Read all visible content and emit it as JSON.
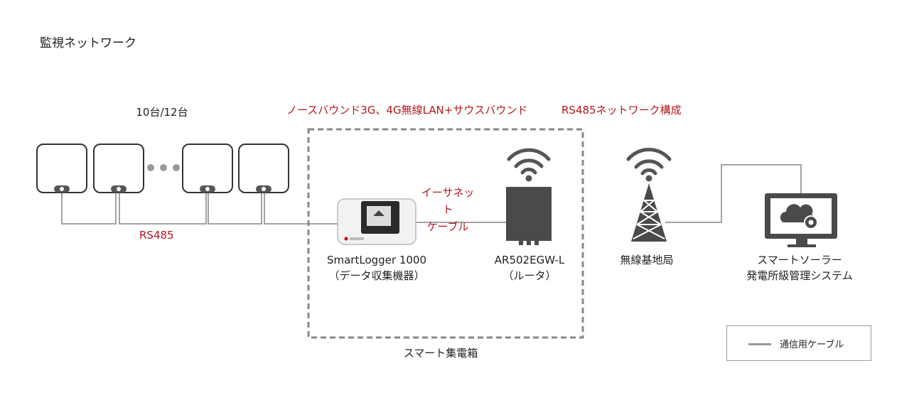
{
  "title": "監視ネットワーク",
  "inverters": {
    "count_label": "10台/12台"
  },
  "network_note": "ノースバウンド3G、4G無線LAN+サウスバウンド",
  "rs485_network_note": "RS485ネットワーク構成",
  "rs485_label": "RS485",
  "ethernet_label": [
    "イーサネット",
    "ケーブル"
  ],
  "smartlogger": {
    "name": "SmartLogger 1000",
    "desc": "（データ収集機器）"
  },
  "router": {
    "name": "AR502EGW-L",
    "desc": "（ルータ）"
  },
  "base_station": {
    "name": "無線基地局"
  },
  "management_system": {
    "name": "スマートソーラー",
    "desc": "発電所級管理システム"
  },
  "enclosure_label": "スマート集電箱",
  "legend": {
    "cable_label": "通信用ケーブル"
  },
  "colors": {
    "accent_red": "#b4161b",
    "line_gray": "#999999",
    "device_dark": "#4a4a4a"
  }
}
